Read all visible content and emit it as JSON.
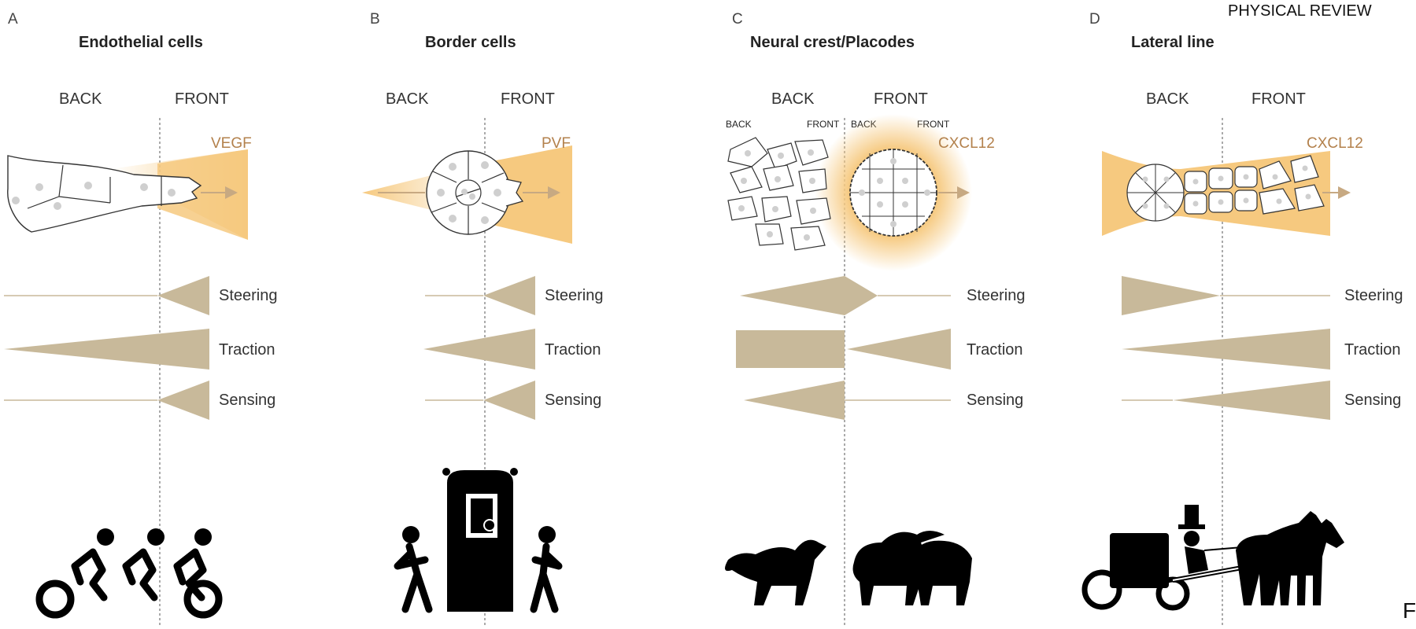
{
  "header": {
    "journal": "PHYSICAL REVIEW",
    "page_fragment": "F"
  },
  "panels": [
    {
      "letter": "A",
      "title": "Endothelial cells",
      "back": "BACK",
      "front": "FRONT",
      "signal": "VEGF",
      "steering": "Steering",
      "traction": "Traction",
      "sensing": "Sensing",
      "analogy_icon": "tandem-bicycle-icon"
    },
    {
      "letter": "B",
      "title": "Border cells",
      "back": "BACK",
      "front": "FRONT",
      "signal": "PVF",
      "steering": "Steering",
      "traction": "Traction",
      "sensing": "Sensing",
      "analogy_icon": "sedan-chair-icon"
    },
    {
      "letter": "C",
      "title": "Neural crest/Placodes",
      "back": "BACK",
      "front": "FRONT",
      "sub_back_1": "BACK",
      "sub_front_1": "FRONT",
      "sub_back_2": "BACK",
      "sub_front_2": "FRONT",
      "signal": "CXCL12",
      "steering": "Steering",
      "traction": "Traction",
      "sensing": "Sensing",
      "analogy_icon": "sheepdog-and-sheep-icon"
    },
    {
      "letter": "D",
      "title": "Lateral line",
      "back": "BACK",
      "front": "FRONT",
      "signal": "CXCL12",
      "steering": "Steering",
      "traction": "Traction",
      "sensing": "Sensing",
      "analogy_icon": "horse-carriage-icon"
    }
  ],
  "colors": {
    "signal_gradient": "#f6c97f",
    "force_wedge": "#c8b99a",
    "outline": "#333333",
    "nucleus": "#cfcfcf",
    "divider": "#555555"
  }
}
